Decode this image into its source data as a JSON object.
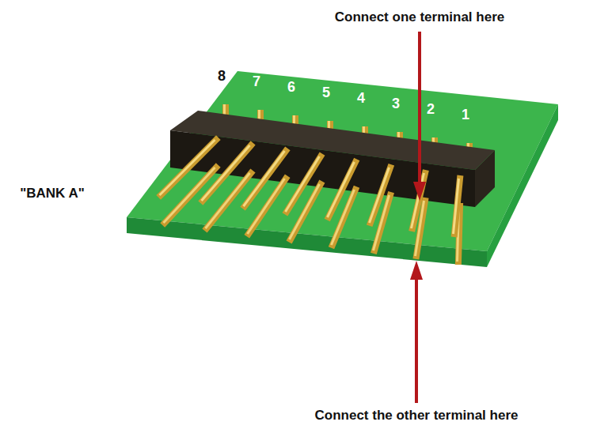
{
  "diagram": {
    "labels": [
      "Connect one terminal here",
      "8",
      "7",
      "6",
      "5",
      "4",
      "3",
      "2",
      "1",
      "\"BANK A\"",
      "Connect the other terminal here"
    ]
  }
}
